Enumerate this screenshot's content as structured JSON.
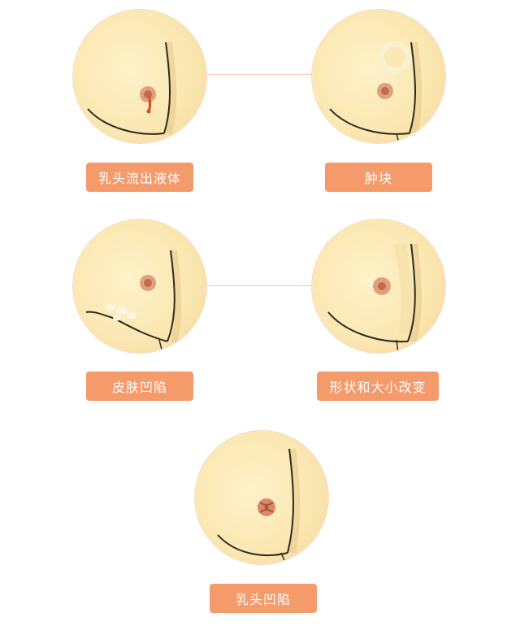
{
  "colors": {
    "label_bg": "#f59a6b",
    "label_text": "#ffffff",
    "circle_fill": "#fbe7b1",
    "outline": "#2d2a22",
    "areola": "#d98a6a",
    "connector": "#f2c4ad"
  },
  "symptoms": [
    {
      "label": "乳头流出液体",
      "icon": "nipple-discharge-icon"
    },
    {
      "label": "肿块",
      "icon": "breast-lump-icon"
    },
    {
      "label": "皮肤凹陷",
      "icon": "skin-dimpling-icon"
    },
    {
      "label": "形状和大小改变",
      "icon": "shape-size-change-icon"
    },
    {
      "label": "乳头凹陷",
      "icon": "nipple-inversion-icon"
    }
  ]
}
